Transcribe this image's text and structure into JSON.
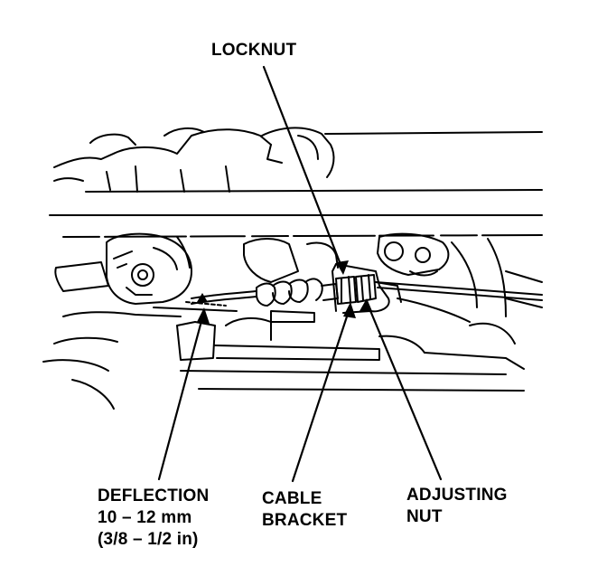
{
  "labels": {
    "locknut": [
      "LOCKNUT"
    ],
    "deflection": [
      "DEFLECTION",
      "10 – 12 mm",
      "(3/8 – 1/2 in)"
    ],
    "cable_bracket": [
      "CABLE",
      "BRACKET"
    ],
    "adjusting_nut": [
      "ADJUSTING",
      "NUT"
    ]
  },
  "colors": {
    "ink": "#000000",
    "paper": "#ffffff"
  }
}
